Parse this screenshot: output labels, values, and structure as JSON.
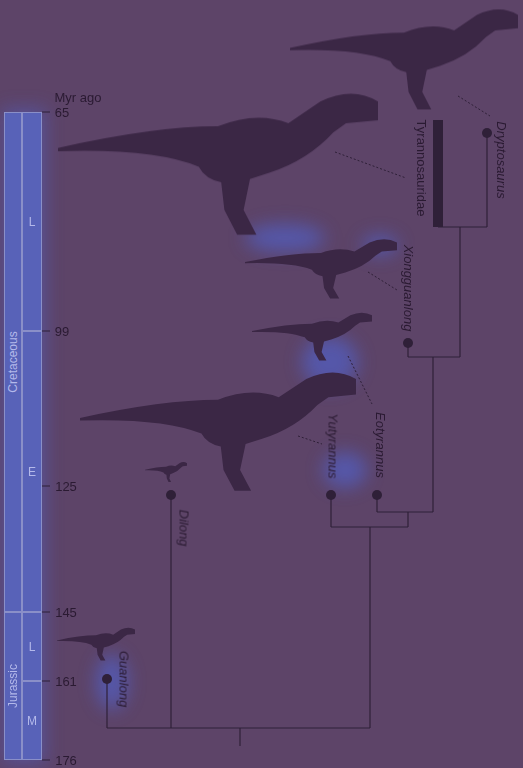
{
  "diagram": {
    "nodes": [
      {
        "text": [
          "Cretaceous"
        ]
      },
      {
        "text": [
          "L"
        ]
      },
      {
        "text": [
          "E"
        ]
      },
      {
        "text": [
          "Jurassic"
        ]
      },
      {
        "text": [
          "L"
        ]
      },
      {
        "text": [
          "M"
        ]
      }
    ],
    "labels": [
      "Myr ago",
      "65",
      "99",
      "125",
      "145",
      "161",
      "176",
      "Tyrannosauridae",
      "Dryptosaurus",
      "Xiongguanlong",
      "Eotyrannus",
      "Yutyrannus",
      "Dilong",
      "Guanlong"
    ]
  }
}
